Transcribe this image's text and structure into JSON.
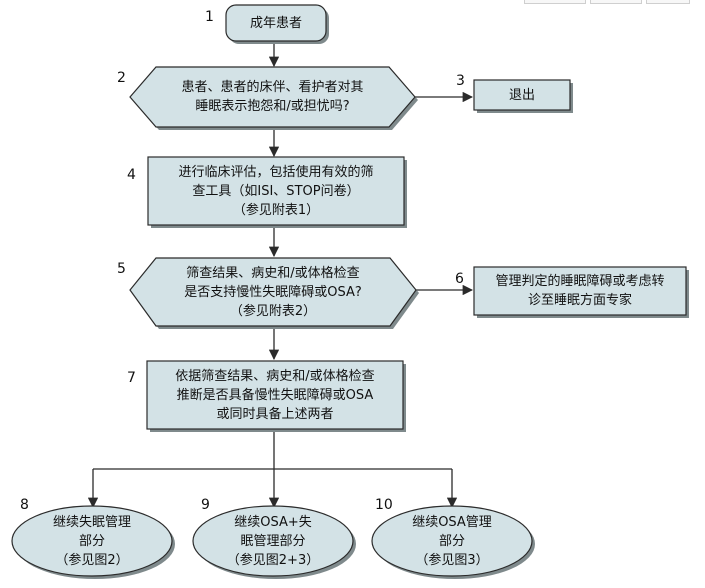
{
  "nodes": {
    "n1": {
      "step": "1",
      "lines": [
        "成年患者"
      ]
    },
    "n2": {
      "step": "2",
      "lines": [
        "患者、患者的床伴、看护者对其",
        "睡眠表示抱怨和/或担忧吗?"
      ]
    },
    "n3": {
      "step": "3",
      "lines": [
        "退出"
      ]
    },
    "n4": {
      "step": "4",
      "lines": [
        "进行临床评估，包括使用有效的筛",
        "查工具（如ISI、STOP问卷）",
        "（参见附表1）"
      ]
    },
    "n5": {
      "step": "5",
      "lines": [
        "筛查结果、病史和/或体格检查",
        "是否支持慢性失眠障碍或OSA?",
        "（参见附表2）"
      ]
    },
    "n6": {
      "step": "6",
      "lines": [
        "管理判定的睡眠障碍或考虑转",
        "诊至睡眠方面专家"
      ]
    },
    "n7": {
      "step": "7",
      "lines": [
        "依据筛查结果、病史和/或体格检查",
        "推断是否具备慢性失眠障碍或OSA",
        "或同时具备上述两者"
      ]
    },
    "n8": {
      "step": "8",
      "lines": [
        "继续失眠管理",
        "部分",
        "（参见图2）"
      ]
    },
    "n9": {
      "step": "9",
      "lines": [
        "继续OSA+失",
        "眠管理部分",
        "（参见图2+3）"
      ]
    },
    "n10": {
      "step": "10",
      "lines": [
        "继续OSA管理",
        "部分",
        "（参见图3）"
      ]
    }
  },
  "colors": {
    "fill": "#d3e2e6",
    "stroke": "#2b2b2b",
    "shadow": "#7f8a8c"
  }
}
